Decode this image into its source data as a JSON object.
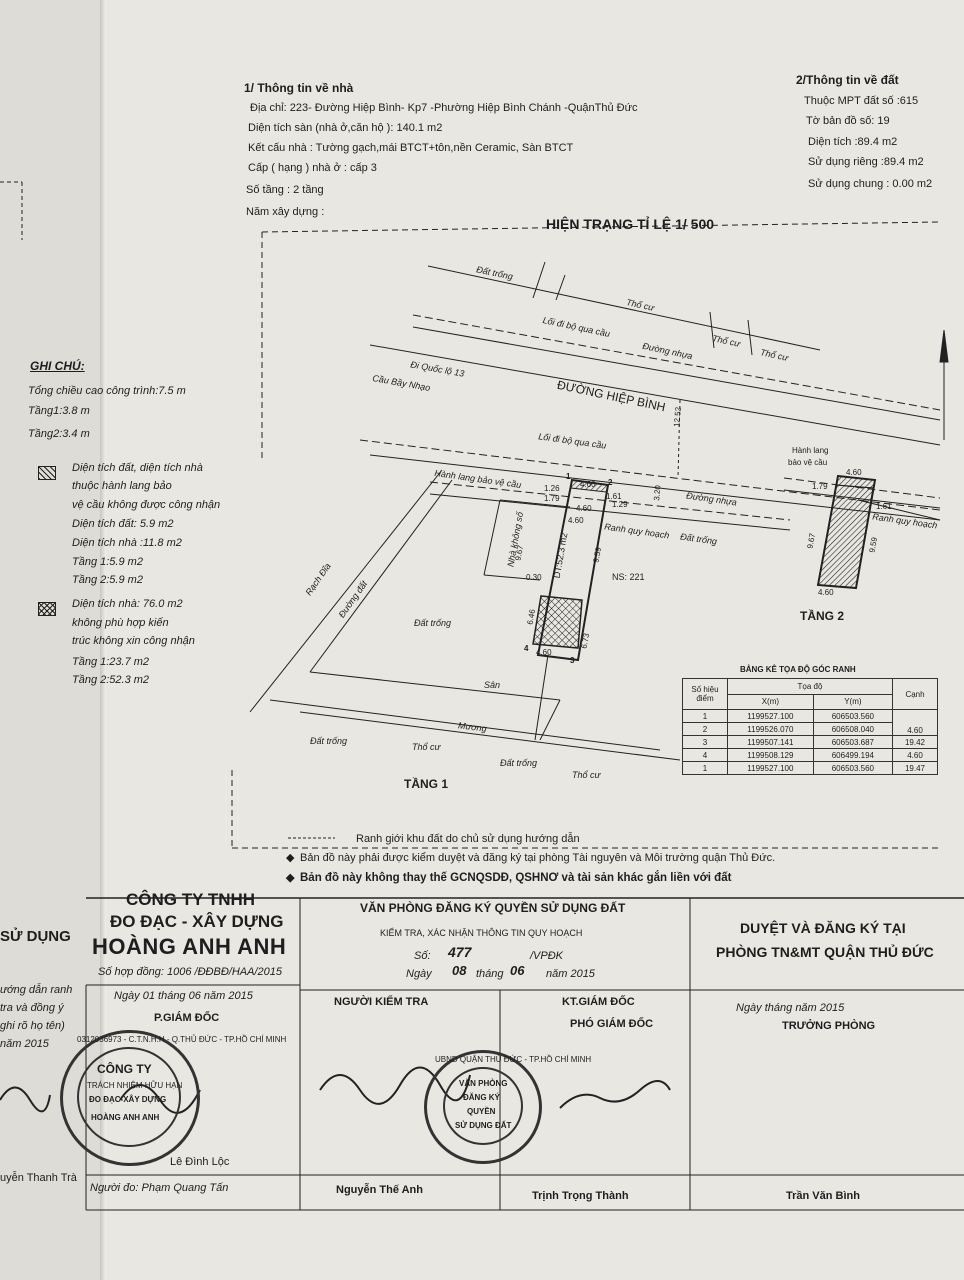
{
  "house_info": {
    "title": "1/ Thông tin về nhà",
    "address": "Địa chỉ: 223- Đường Hiệp Bình- Kp7 -Phường Hiệp Bình Chánh -QuậnThủ Đức",
    "floor_area": "Diện tích sàn (nhà ở,căn hộ ): 140.1 m2",
    "structure": "Kết cấu nhà : Tường gạch,mái BTCT+tôn,nền Ceramic, Sàn BTCT",
    "grade": "Cấp ( hạng ) nhà ở : cấp 3",
    "floors": "Số tầng : 2 tầng",
    "year": "Năm xây dựng :"
  },
  "land_info": {
    "title": "2/Thông tin về đất",
    "parcel": "Thuộc MPT đất số :615",
    "map_sheet": "Tờ bản đồ số: 19",
    "area": "Diện tích :89.4 m2",
    "private_use": "Sử dụng riêng :89.4 m2",
    "common_use": "Sử dụng chung : 0.00 m2"
  },
  "map_title": "HIỆN TRẠNG TỈ LỆ 1/ 500",
  "notes": {
    "heading": "GHI CHÚ:",
    "lines": [
      "Tổng chiều cao công trình:7.5 m",
      "Tầng1:3.8 m",
      "Tầng2:3.4 m"
    ],
    "legend1": [
      "Diện tích đất, diện tích nhà",
      "thuộc hành lang bảo",
      "vệ cầu không được công nhận"
    ],
    "legend1_values": [
      "Diện tích đất: 5.9 m2",
      "Diện tích nhà :11.8 m2",
      "Tầng 1:5.9 m2",
      "Tầng 2:5.9 m2"
    ],
    "legend2": [
      "Diện tích nhà: 76.0 m2",
      "không phù hợp kiến",
      "trúc không xin công nhận"
    ],
    "legend2_values": [
      "Tầng 1:23.7 m2",
      "Tầng 2:52.3 m2"
    ]
  },
  "map_labels": {
    "dat_trong": "Đất trống",
    "tho_cu": "Thổ cư",
    "loi_di": "Lối đi bộ qua cầu",
    "duong_nhua": "Đường nhựa",
    "di_ql13": "Đi Quốc lộ 13",
    "cau": "Cầu Bầy Nhạo",
    "duong_hiep_binh": "ĐƯỜNG HIỆP BÌNH",
    "hanh_lang": "Hành lang bảo vệ cầu",
    "ranh_qh": "Ranh quy hoạch",
    "nha_khong_so": "Nhà không số",
    "dt": "DT:52.3 m2",
    "ns": "NS: 221",
    "rach": "Rạch Đĩa",
    "duong_dat": "Đường đất",
    "san": "Sân",
    "muong": "Mương",
    "tang1": "TẦNG 1",
    "tang2": "TẦNG 2",
    "hanh_lang2": [
      "Hành lang",
      "bảo vệ cầu"
    ],
    "dims": [
      "1.26",
      "4.60",
      "1.79",
      "4.60",
      "1.29",
      "9.67",
      "9.59",
      "0.30",
      "4.60",
      "6.46",
      "6.73",
      "4.60",
      "12.52",
      "3.20",
      "1.61"
    ],
    "tang2_dims": [
      "4.60",
      "1.79",
      "1.61",
      "9.67",
      "9.59",
      "4.60"
    ],
    "points": [
      "1",
      "2",
      "3",
      "4"
    ]
  },
  "coord_table": {
    "title": "BẢNG KÊ TỌA ĐỘ GÓC RANH",
    "headers": [
      "Số hiệu điểm",
      "Tọa độ",
      "X(m)",
      "Y(m)",
      "Cạnh"
    ],
    "rows": [
      [
        "1",
        "1199527.100",
        "606503.560"
      ],
      [
        "2",
        "1199526.070",
        "606508.040"
      ],
      [
        "3",
        "1199507.141",
        "606503.687"
      ],
      [
        "4",
        "1199508.129",
        "606499.194"
      ],
      [
        "1",
        "1199527.100",
        "606503.560"
      ]
    ],
    "edges": [
      "4.60",
      "19.42",
      "4.60",
      "19.47"
    ]
  },
  "footnotes": [
    "Ranh giới khu đất do chủ sử dụng hướng dẫn",
    "Bản đồ này phải được kiểm duyệt và đăng ký tại phòng Tài nguyên và Môi trường quận Thủ Đức.",
    "Bản đồ này không thay thế GCNQSDĐ, QSHNƠ và tài sản khác gắn liền với đất"
  ],
  "company": {
    "l1": "CÔNG TY TNHH",
    "l2": "ĐO ĐẠC - XÂY DỰNG",
    "l3": "HOÀNG ANH ANH",
    "contract": "Số hợp đồng: 1006 /ĐĐBĐ/HAA/2015",
    "date": "Ngày 01 tháng 06 năm 2015",
    "role": "P.GIÁM ĐỐC",
    "signer": "Lê Đình Lộc",
    "surveyor": "Người đo: Phạm Quang Tấn"
  },
  "office": {
    "title": "VĂN PHÒNG ĐĂNG KÝ QUYỀN SỬ DỤNG ĐẤT",
    "sub": "KIỂM TRA, XÁC NHẬN THÔNG TIN QUY HOẠCH",
    "so": "Số:",
    "so_val": "477",
    "npdk": "/VPĐK",
    "ngay": "Ngày",
    "ngay_val": "08",
    "thang": "tháng",
    "thang_val": "06",
    "nam": "năm 2015",
    "checker": "NGƯỜI KIỂM TRA",
    "kt": "KT.GIÁM ĐỐC",
    "pgd": "PHÓ GIÁM ĐỐC",
    "checker_name": "Nguyễn Thế Anh",
    "pgd_name": "Trịnh Trọng Thành"
  },
  "approve": {
    "l1": "DUYỆT VÀ ĐĂNG KÝ TẠI",
    "l2": "PHÒNG TN&MT QUẬN THỦ ĐỨC",
    "date": "Ngày          tháng          năm 2015",
    "role": "TRƯỞNG PHÒNG",
    "name": "Trần Văn Bình"
  },
  "left_margin": {
    "su_dung": "SỬ DỤNG",
    "lines": [
      "ướng dẫn ranh",
      "tra và đồng ý",
      "ghi rõ họ tên)",
      "năm 2015"
    ],
    "name": "uyễn Thanh Trà"
  },
  "stamps": {
    "company_stamp": [
      "CÔNG TY",
      "TRÁCH NHIỆM HỮU HẠN",
      "ĐO ĐẠC-XÂY DỰNG",
      "HOÀNG ANH ANH"
    ],
    "company_ring": "0312036973 - C.T.N.H.H - Q.THỦ ĐỨC - TP.HỒ CHÍ MINH",
    "office_stamp": [
      "VĂN PHÒNG",
      "ĐĂNG KÝ",
      "QUYỀN",
      "SỬ DỤNG ĐẤT"
    ],
    "office_ring": "UBND QUẬN THỦ ĐỨC - TP.HỒ CHÍ MINH"
  }
}
